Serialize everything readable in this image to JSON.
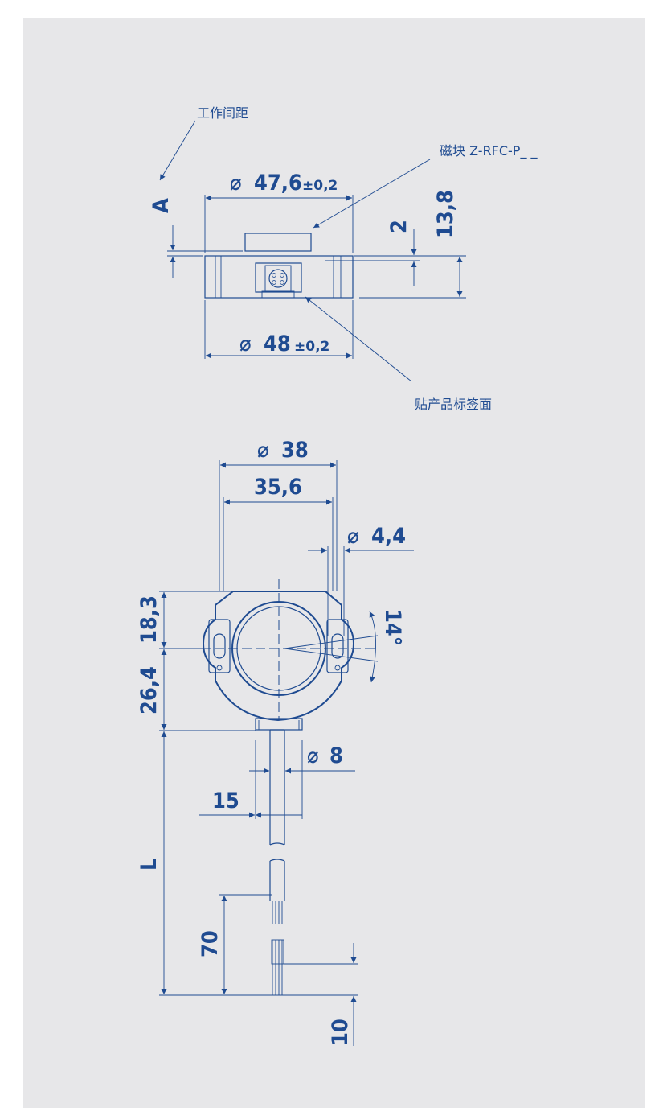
{
  "colors": {
    "ink": "#1f4b91",
    "sheet": "#e7e7e9",
    "page": "#ffffff"
  },
  "labels": {
    "working_gap": "工作间距",
    "magnet": "磁块 Z-RFC-P_ _",
    "label_face": "贴产品标签面"
  },
  "dimensions": {
    "gap_letter": "A",
    "dia_47_6": "47,6",
    "tol_47_6": "±0,2",
    "dia_48": "48",
    "tol_48": "±0,2",
    "offset_2": "2",
    "height_13_8": "13,8",
    "dia_38": "38",
    "width_35_6": "35,6",
    "dia_4_4": "4,4",
    "angle_14": "14°",
    "height_18_3": "18,3",
    "height_26_4": "26,4",
    "dia_8": "8",
    "width_15": "15",
    "length_L": "L",
    "length_70": "70",
    "length_10": "10"
  }
}
